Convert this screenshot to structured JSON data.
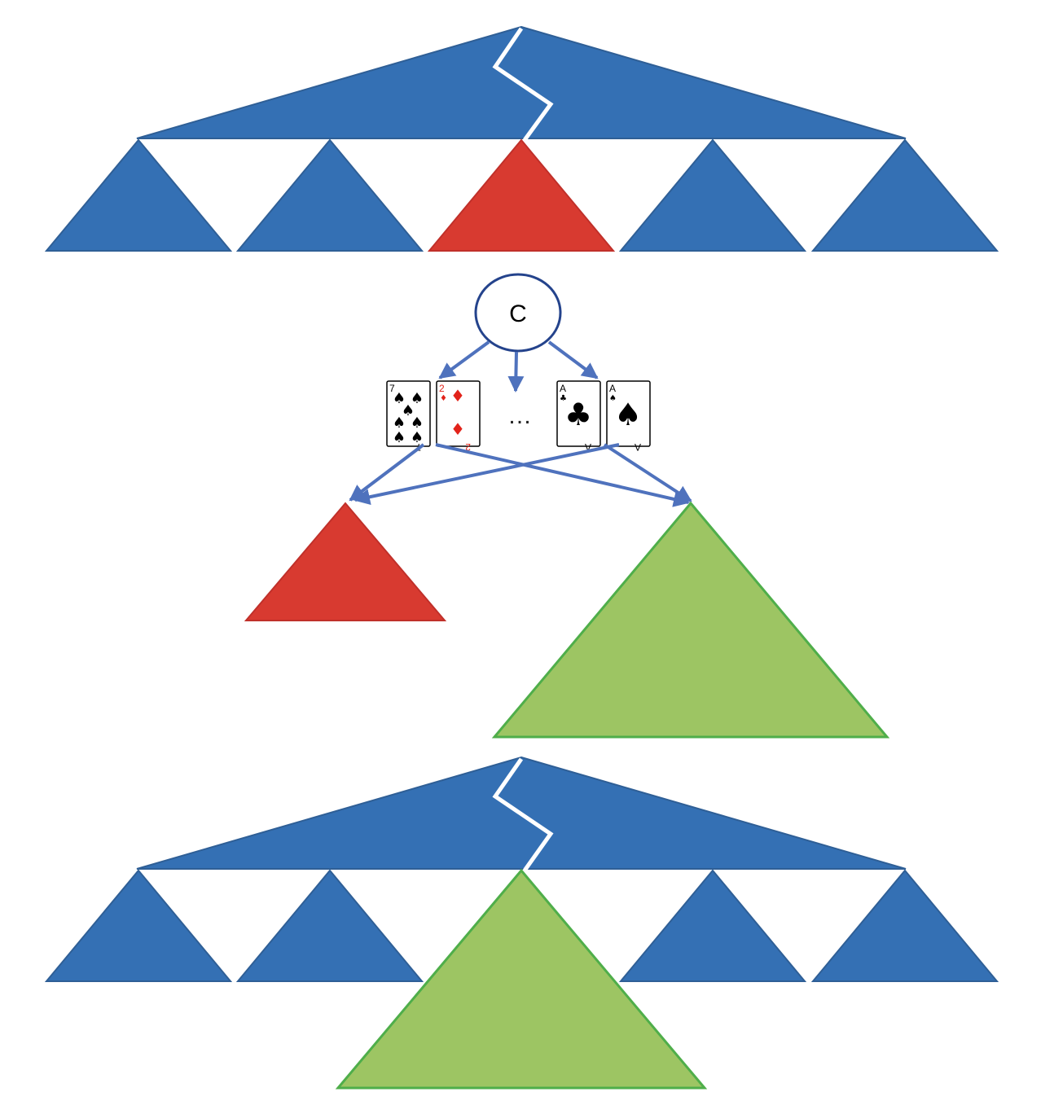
{
  "colors": {
    "blue": "#3470b4",
    "blue_edge": "#2f5f96",
    "red": "#d83a30",
    "red_edge": "#c0302a",
    "green": "#9dc563",
    "green_edge": "#4fae4a",
    "arrow": "#4f72bd",
    "card_border": "#000000",
    "card_red": "#e2231a"
  },
  "chance_node": {
    "label": "C"
  },
  "ellipsis": "…",
  "cards": [
    {
      "rank": "7",
      "suit": "spades"
    },
    {
      "rank": "2",
      "suit": "diamonds"
    },
    {
      "rank": "A",
      "suit": "clubs"
    },
    {
      "rank": "A",
      "suit": "spades"
    }
  ]
}
